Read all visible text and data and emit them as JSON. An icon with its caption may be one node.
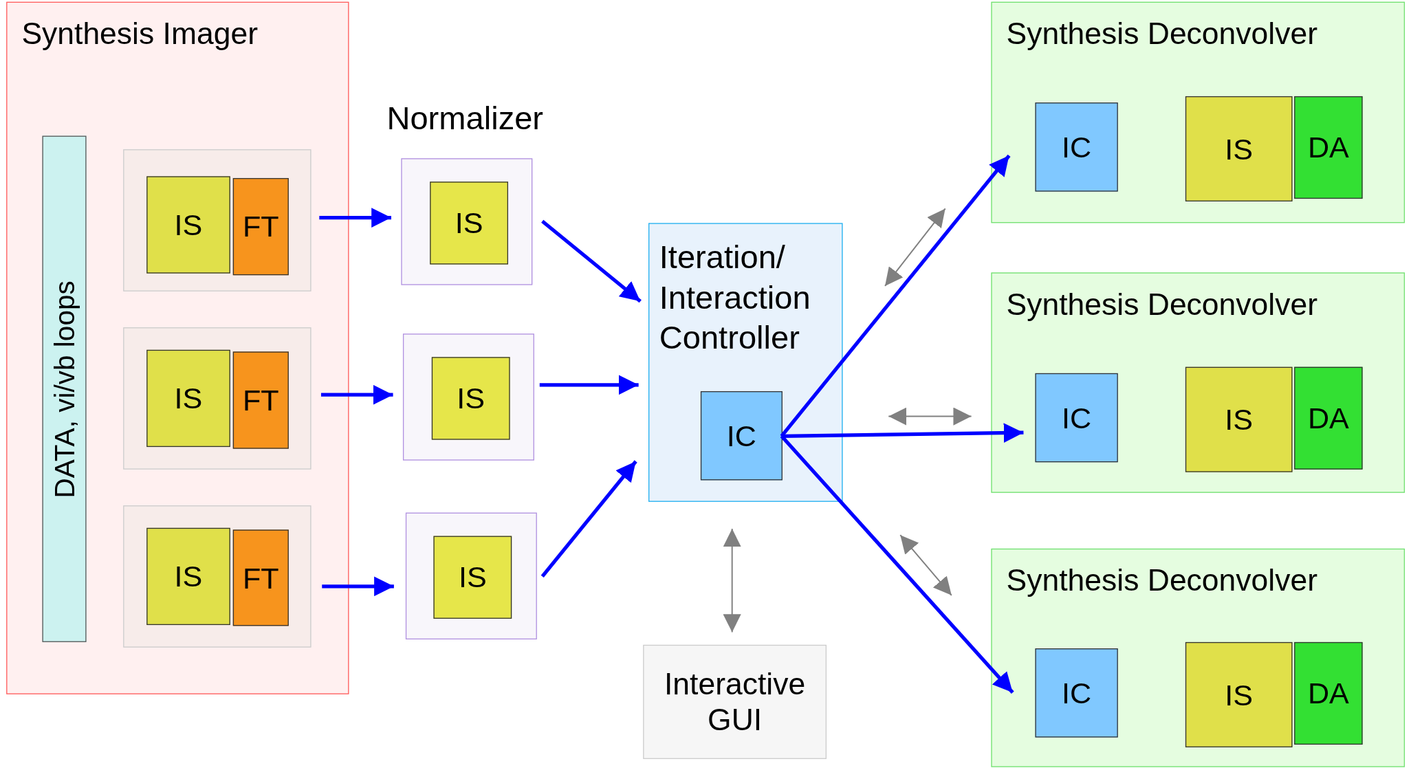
{
  "diagram": {
    "nodes": [
      {
        "text": [
          "Synthesis Imager"
        ]
      },
      {
        "text": [
          "DATA,   vi/vb loops"
        ],
        "in": 0
      },
      {
        "text": [],
        "shape": "box",
        "in": 0
      },
      {
        "text": [
          "IS"
        ],
        "in": 2
      },
      {
        "text": [
          "FT"
        ],
        "in": 2
      },
      {
        "text": [],
        "shape": "box",
        "in": 0
      },
      {
        "text": [
          "IS"
        ],
        "in": 5
      },
      {
        "text": [
          "FT"
        ],
        "in": 5
      },
      {
        "text": [],
        "shape": "box",
        "in": 0
      },
      {
        "text": [
          "IS"
        ],
        "in": 8
      },
      {
        "text": [
          "FT"
        ],
        "in": 8
      },
      {
        "text": [],
        "shape": "box"
      },
      {
        "text": [
          "IS"
        ],
        "in": 11
      },
      {
        "text": [],
        "shape": "box"
      },
      {
        "text": [
          "IS"
        ],
        "in": 13
      },
      {
        "text": [],
        "shape": "box"
      },
      {
        "text": [
          "IS"
        ],
        "in": 15
      },
      {
        "text": [
          "Iteration/ Interaction Controller"
        ]
      },
      {
        "text": [
          "IC"
        ],
        "in": 17
      },
      {
        "text": [
          "Interactive GUI"
        ]
      },
      {
        "text": [
          "Synthesis Deconvolver"
        ]
      },
      {
        "text": [
          "IC"
        ],
        "in": 20
      },
      {
        "text": [
          "IS"
        ],
        "in": 20
      },
      {
        "text": [
          "DA"
        ],
        "in": 20
      },
      {
        "text": [
          "Synthesis Deconvolver"
        ]
      },
      {
        "text": [
          "IC"
        ],
        "in": 24
      },
      {
        "text": [
          "IS"
        ],
        "in": 24
      },
      {
        "text": [
          "DA"
        ],
        "in": 24
      },
      {
        "text": [
          "Synthesis Deconvolver"
        ]
      },
      {
        "text": [
          "IC"
        ],
        "in": 28
      },
      {
        "text": [
          "IS"
        ],
        "in": 28
      },
      {
        "text": [
          "DA"
        ],
        "in": 28
      }
    ],
    "edges": [
      {
        "from": 2,
        "to": 11,
        "arrow": "to"
      },
      {
        "from": 5,
        "to": 13,
        "arrow": "to"
      },
      {
        "from": 8,
        "to": 15,
        "arrow": "to"
      },
      {
        "from": 11,
        "to": 17,
        "arrow": "to"
      },
      {
        "from": 13,
        "to": 17,
        "arrow": "to"
      },
      {
        "from": 15,
        "to": 17,
        "arrow": "to"
      },
      {
        "from": 18,
        "to": 20,
        "arrow": "to"
      },
      {
        "from": 18,
        "to": 24,
        "arrow": "to"
      },
      {
        "from": 18,
        "to": 28,
        "arrow": "to"
      },
      {
        "from": 17,
        "to": 19,
        "arrow": "both",
        "color": "#808080"
      },
      {
        "from": 17,
        "to": 20,
        "arrow": "both",
        "color": "#808080"
      },
      {
        "from": 17,
        "to": 24,
        "arrow": "both",
        "color": "#808080"
      },
      {
        "from": 17,
        "to": 28,
        "arrow": "both",
        "color": "#808080"
      }
    ],
    "labels": [
      "Normalizer"
    ]
  }
}
